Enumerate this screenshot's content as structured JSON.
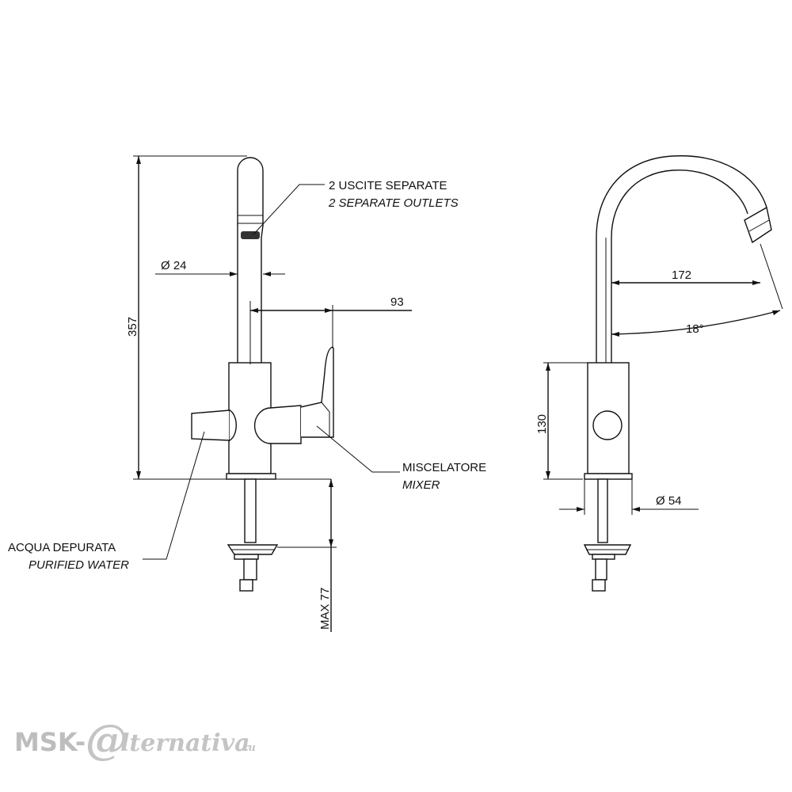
{
  "labels": {
    "outlets_it": "2 USCITE SEPARATE",
    "outlets_en": "2 SEPARATE OUTLETS",
    "mixer_it": "MISCELATORE",
    "mixer_en": "MIXER",
    "purified_it": "ACQUA DEPURATA",
    "purified_en": "PURIFIED WATER"
  },
  "dimensions": {
    "height_total": "357",
    "spout_diameter": "Ø 24",
    "lever_offset": "93",
    "max_thickness": "MAX 77",
    "reach": "172",
    "swivel_angle": "18°",
    "body_height": "130",
    "base_diameter": "Ø 54"
  },
  "watermark": {
    "prefix": "MSK-",
    "at_symbol": "@",
    "suffix": "lternativa",
    "domain": ".ru"
  }
}
